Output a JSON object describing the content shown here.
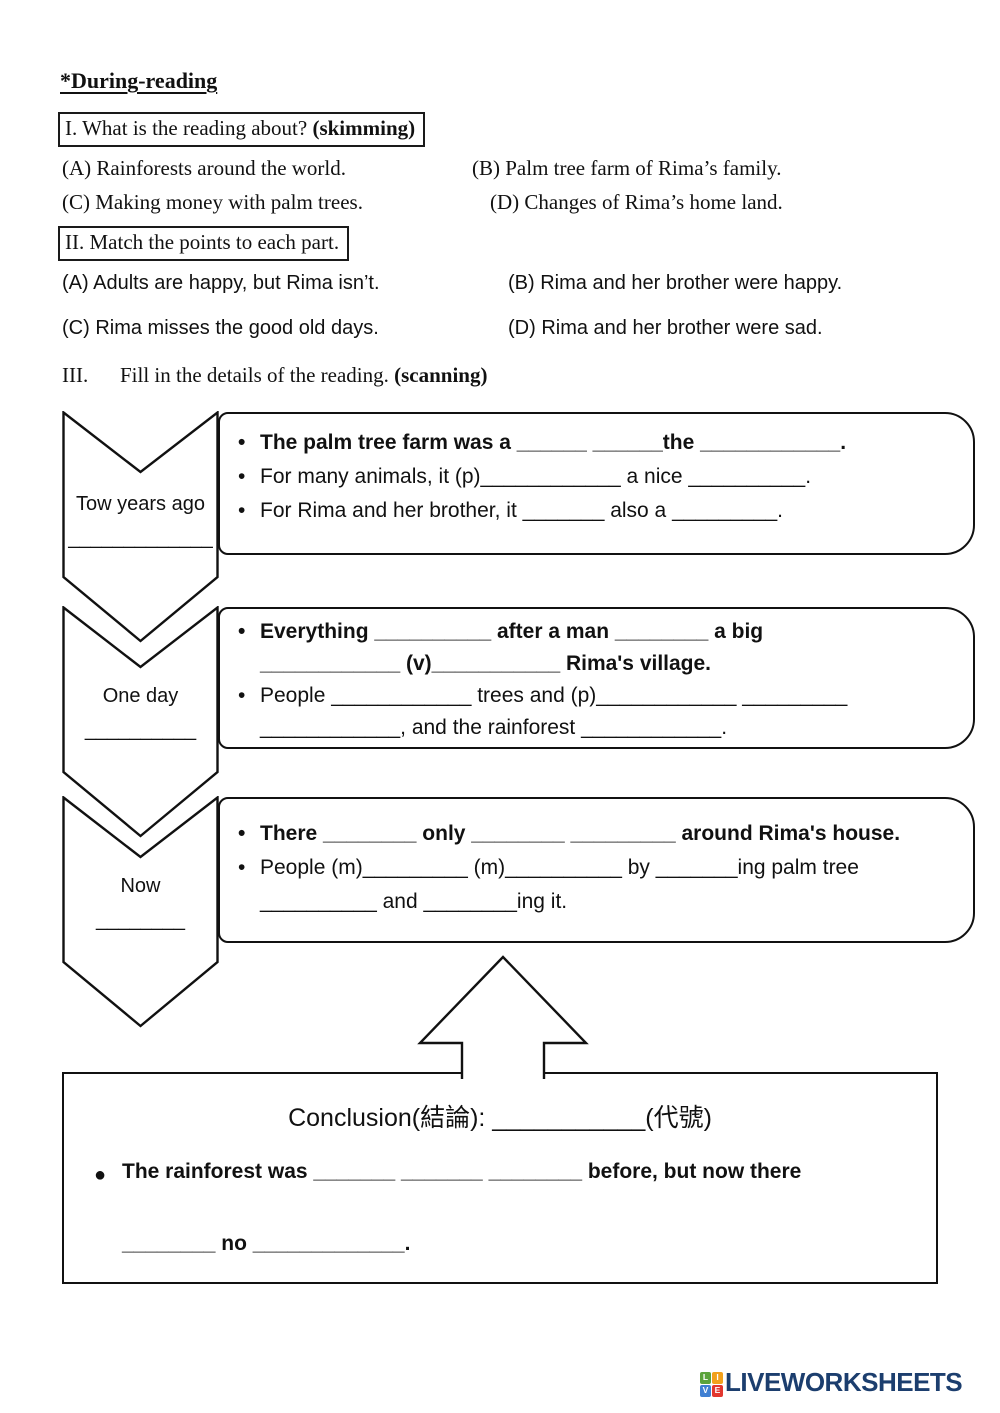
{
  "title": "*During-reading",
  "part1": {
    "heading": "I. What is the reading about? ",
    "heading_bold": "(skimming)",
    "optionA": "(A) Rainforests around the world.",
    "optionB": "(B) Palm tree farm of Rima’s family.",
    "optionC": "(C) Making money with palm trees.",
    "optionD": "(D) Changes of Rima’s home land."
  },
  "part2": {
    "heading": "II. Match the points to each part.",
    "optionA": "(A) Adults are happy, but Rima isn’t.",
    "optionB": "(B) Rima and her brother were happy.",
    "optionC": "(C) Rima misses the good old days.",
    "optionD": "(D) Rima and her brother were sad."
  },
  "part3": {
    "number": "III.",
    "heading": "Fill in the details of the reading. ",
    "heading_bold": "(scanning)"
  },
  "glyphs": {
    "bullet": "•",
    "big_bullet": "●"
  },
  "timeline": {
    "stage1": {
      "label": "Tow years ago",
      "blank": "_____________"
    },
    "stage2": {
      "label": "One day",
      "blank": "__________"
    },
    "stage3": {
      "label": "Now",
      "blank": "________"
    },
    "box1": {
      "line1": "The palm tree farm was a ______ ______the ____________.",
      "line2": "For many animals, it (p)____________ a nice __________.",
      "line3": "For Rima and her brother, it _______ also a _________."
    },
    "box2": {
      "line1": "Everything __________ after a man ________ a big",
      "line2": "____________ (v)___________ Rima's village.",
      "line3": "People ____________ trees and (p)____________ _________",
      "line4": "____________, and the rainforest ____________."
    },
    "box3": {
      "line1": "There ________ only ________ _________ around Rima's house.",
      "line2": "People (m)_________ (m)__________ by _______ing palm tree",
      "line3": "__________ and ________ing it."
    }
  },
  "conclusion": {
    "heading": "Conclusion(結論): ___________(代號)",
    "line1": "The rainforest was _______ _______ ________ before, but now there",
    "line2": "________ no _____________."
  },
  "logo": {
    "text": "LIVEWORKSHEETS",
    "color": "#1c3e6e",
    "squares": [
      {
        "letter": "L",
        "color": "#5ba33b"
      },
      {
        "letter": "I",
        "color": "#f2a11c"
      },
      {
        "letter": "V",
        "color": "#3f7fd2"
      },
      {
        "letter": "E",
        "color": "#e2372f"
      }
    ]
  }
}
